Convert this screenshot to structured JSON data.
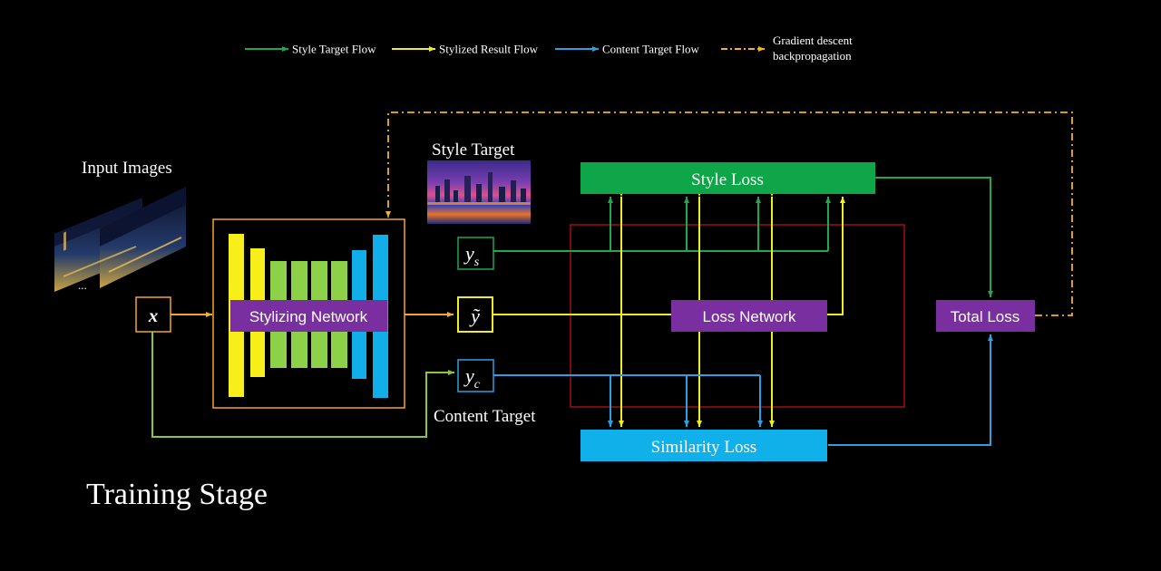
{
  "legend": {
    "style_target_flow": "Style Target Flow",
    "stylized_result_flow": "Stylized Result Flow",
    "content_target_flow": "Content Target Flow",
    "gradient_line1": "Gradient descent",
    "gradient_line2": "backpropagation"
  },
  "labels": {
    "input_images": "Input Images",
    "ellipsis": "...",
    "style_target": "Style Target",
    "content_target": "Content Target",
    "training_stage": "Training Stage"
  },
  "nodes": {
    "x": "x",
    "y_tilde": "ỹ",
    "y_s_base": "y",
    "y_s_sub": "s",
    "y_c_base": "y",
    "y_c_sub": "c",
    "stylizing_network": "Stylizing Network",
    "loss_network": "Loss Network",
    "total_loss": "Total Loss",
    "style_loss": "Style Loss",
    "similarity_loss": "Similarity Loss"
  },
  "colors": {
    "style_flow": "#1fa84e",
    "stylized_flow": "#f2ee1c",
    "content_flow": "#2e9fe0",
    "gradient_flow": "#f5b21a",
    "input_flow": "#f5a623",
    "style_loss_box": "#0fa64a",
    "similarity_loss_box": "#10b0ea",
    "purple_box": "#7a2fa0",
    "loss_network_region": "#c81414"
  }
}
